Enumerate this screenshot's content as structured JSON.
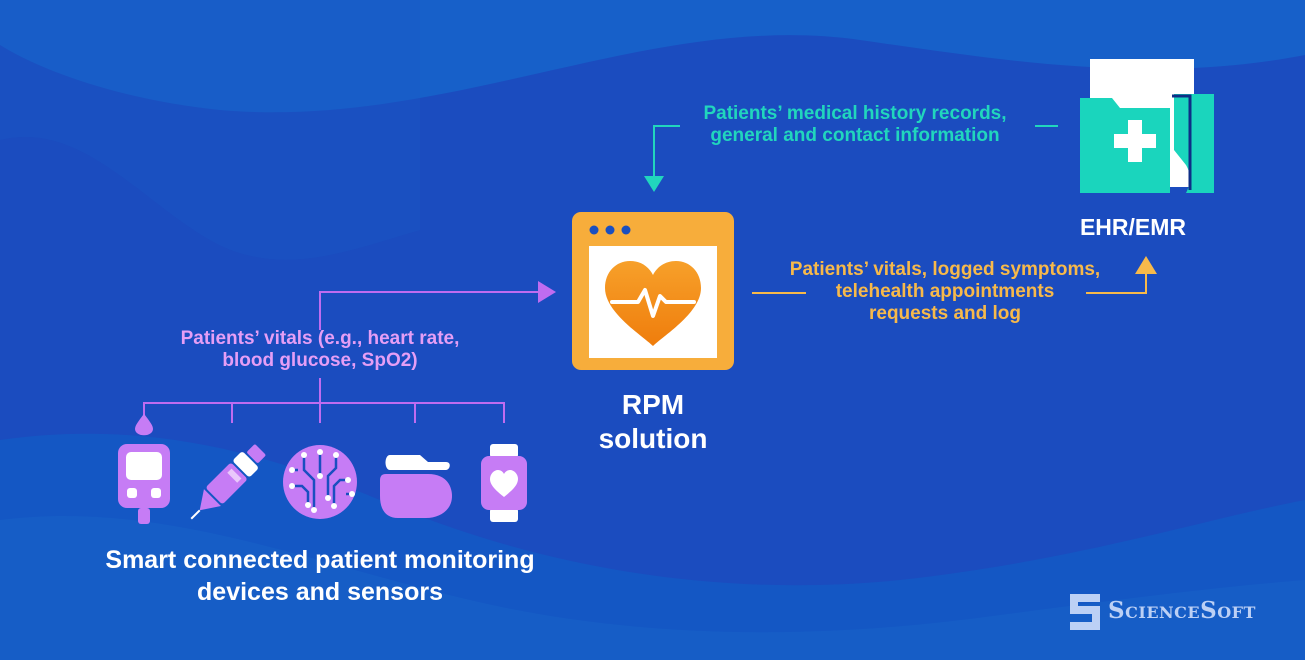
{
  "colors": {
    "background": "#1a4fc0",
    "teal": "#21d6bd",
    "yellow": "#f7b94a",
    "orange": "#f29110",
    "purple": "#bf6cf0",
    "pink": "#e59ef5",
    "white": "#ffffff"
  },
  "nodes": {
    "ehr": {
      "title": "EHR/EMR",
      "icon": "medical-folder-icon"
    },
    "rpm": {
      "title_line1": "RPM",
      "title_line2": "solution",
      "icon": "heart-pulse-window-icon"
    },
    "devices": {
      "title_line1": "Smart connected patient monitoring",
      "title_line2": "devices and sensors",
      "icons": [
        "glucometer-icon",
        "insulin-pen-icon",
        "biosensor-chip-icon",
        "insulin-pump-icon",
        "smartwatch-icon"
      ]
    }
  },
  "flows": {
    "ehr_to_rpm": {
      "line1": "Patients’ medical history records,",
      "line2": "general and contact information"
    },
    "rpm_to_ehr": {
      "line1": "Patients’ vitals, logged symptoms,",
      "line2": "telehealth appointments",
      "line3": "requests and log"
    },
    "devices_to_rpm": {
      "line1": "Patients’ vitals (e.g., heart rate,",
      "line2": "blood glucose, SpO2)"
    }
  },
  "logo": {
    "text": "ScienceSoft"
  }
}
